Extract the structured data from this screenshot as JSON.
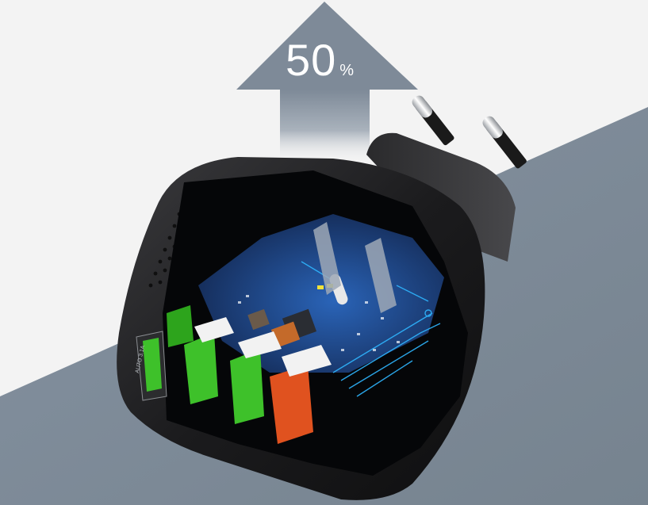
{
  "image": {
    "description": "Product photo of a black 4-port USB EU wall charger with a cutaway view of its internal circuit board, under an upward arrow reading 50%",
    "colors": {
      "background_light": "#f3f3f3",
      "background_slate": "#7d8b9a",
      "arrow_gray": "#7e8a98",
      "charger_body": "#1c1c1e",
      "pcb_blue": "#1f3f78",
      "trace_cyan": "#2fb6ff",
      "port_green": "#3ec12a",
      "port_orange": "#e0521f"
    }
  },
  "arrow": {
    "icon": "up-arrow-icon",
    "value": "50",
    "unit": "%"
  },
  "charger": {
    "plug_type": "EU two-pin",
    "port_label": "AUTO 3.1A",
    "ports": [
      {
        "name": "quick-charge-port",
        "color": "green"
      },
      {
        "name": "usb-port-1",
        "color": "green"
      },
      {
        "name": "usb-port-2",
        "color": "green"
      },
      {
        "name": "usb-port-3",
        "color": "orange"
      }
    ]
  }
}
